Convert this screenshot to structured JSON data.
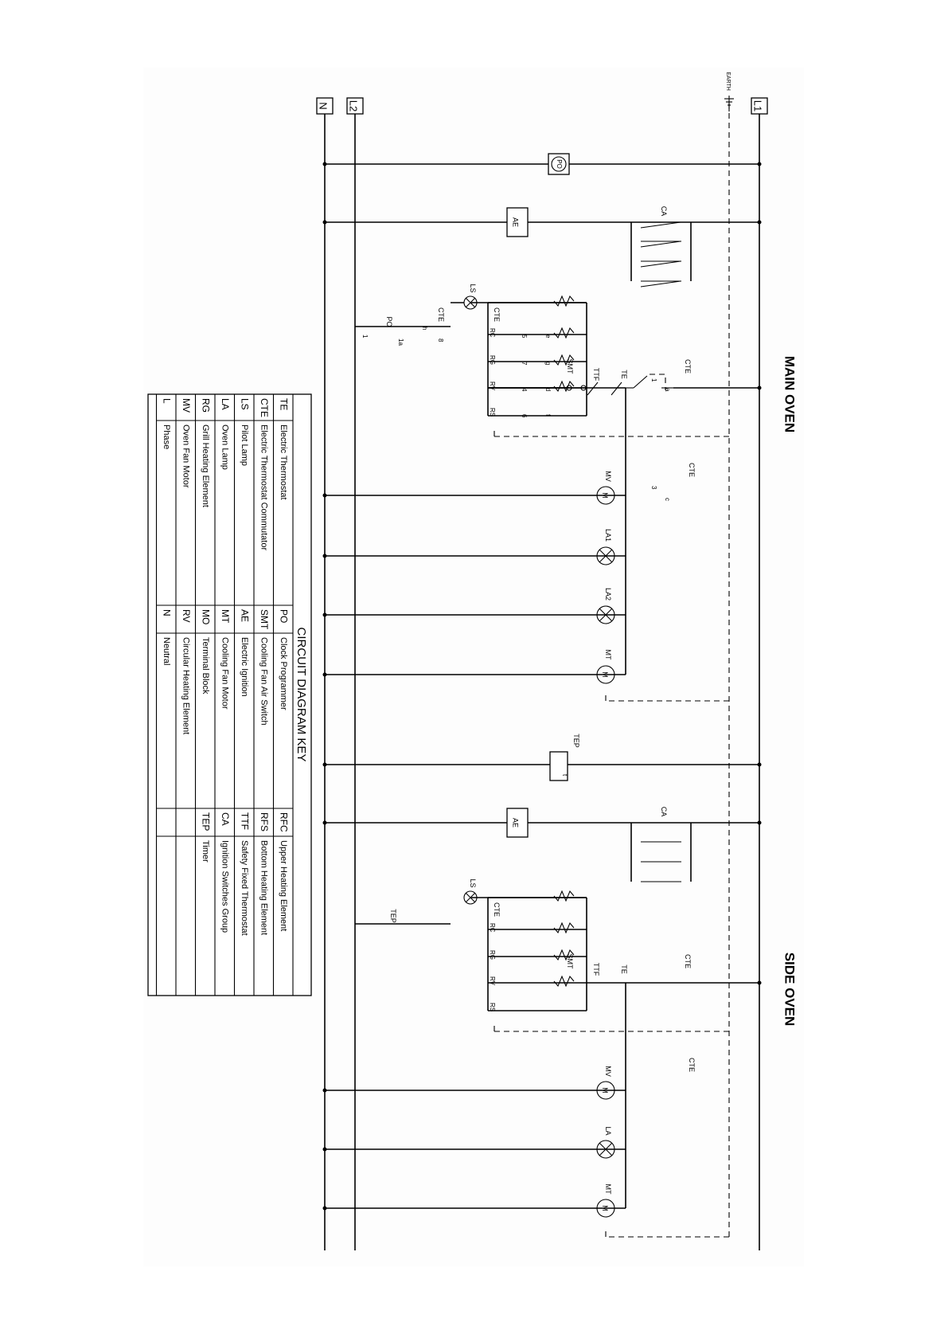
{
  "lines": {
    "L1": "L1",
    "L2": "L2",
    "N": "N",
    "earth": "EARTH"
  },
  "sections": {
    "main_oven": "MAIN OVEN",
    "side_oven": "SIDE OVEN"
  },
  "components": {
    "po": "PO",
    "ae": "AE",
    "ca": "CA",
    "ls": "LS",
    "cte": "CTE",
    "smt": "SMT",
    "ttf": "TTF",
    "te": "TE",
    "rc": "RC",
    "rg": "RG",
    "rv": "RV",
    "rs": "RS",
    "mv": "MV",
    "la": "LA",
    "la1": "LA1",
    "la2": "LA2",
    "mt": "MT",
    "tep": "TEP",
    "motor": "M",
    "tilde": "~",
    "t": "t",
    "n1": "1",
    "n3": "3",
    "n4": "4",
    "n5": "5",
    "n6": "6",
    "n7": "7",
    "n8": "8",
    "a": "a",
    "c": "c",
    "d": "d",
    "e": "e",
    "f": "f",
    "g": "g",
    "h": "h",
    "1a": "1a"
  },
  "key": {
    "title": "CIRCUIT DIAGRAM KEY",
    "rows": [
      [
        "TE",
        "Electric Thermostat",
        "PO",
        "Clock Programmer",
        "RFC",
        "Upper Heating Element"
      ],
      [
        "CTE",
        "Electric Thermostat Commutator",
        "SMT",
        "Cooling Fan Air Switch",
        "RFS",
        "Bottom Heating Element"
      ],
      [
        "LS",
        "Pilot Lamp",
        "AE",
        "Electric Ignition",
        "TTF",
        "Safety Fixed Thermostat"
      ],
      [
        "LA",
        "Oven Lamp",
        "MT",
        "Cooling Fan Motor",
        "CA",
        "Ignition Switches Group"
      ],
      [
        "RG",
        "Grill Heating Element",
        "MO",
        "Terminal Block",
        "TEP",
        "Timer"
      ],
      [
        "MV",
        "Oven Fan Motor",
        "RV",
        "Circular Heating Element",
        "",
        ""
      ],
      [
        "L",
        "Phase",
        "N",
        "Neutral",
        "",
        ""
      ]
    ]
  }
}
